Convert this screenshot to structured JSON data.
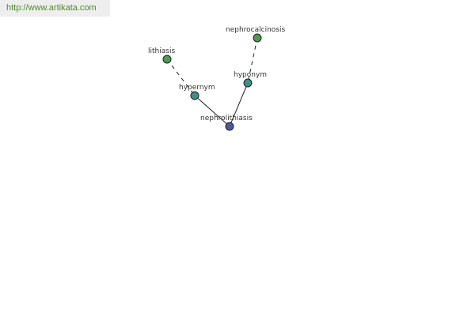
{
  "source_url": "http://www.artikata.com",
  "graph": {
    "nodes": {
      "lithiasis": {
        "label": "lithiasis",
        "color": "#4e9a4e"
      },
      "hypernym": {
        "label": "hypernym",
        "color": "#3f8f86"
      },
      "nephrocalcinosis": {
        "label": "nephrocalcinosis",
        "color": "#4e9a4e"
      },
      "hyponym": {
        "label": "hyponym",
        "color": "#3f8f86"
      },
      "nephrolithiasis": {
        "label": "nephrolithiasis",
        "color": "#4a5a9c"
      }
    },
    "edges": [
      {
        "from": "lithiasis",
        "to": "hypernym",
        "style": "dashed"
      },
      {
        "from": "hypernym",
        "to": "nephrolithiasis",
        "style": "solid"
      },
      {
        "from": "nephrocalcinosis",
        "to": "hyponym",
        "style": "dashed"
      },
      {
        "from": "hyponym",
        "to": "nephrolithiasis",
        "style": "solid"
      }
    ]
  }
}
